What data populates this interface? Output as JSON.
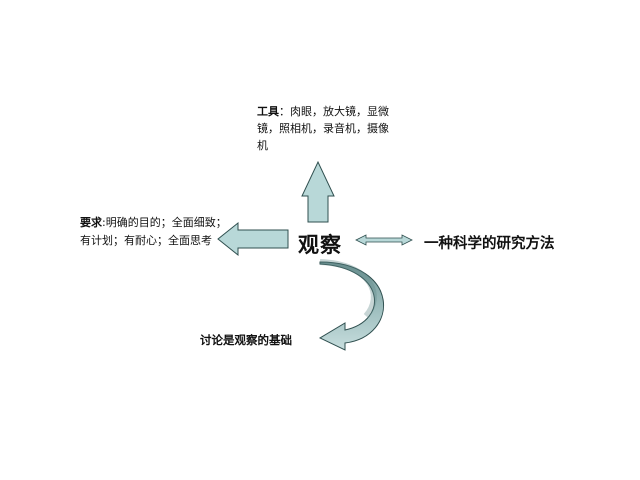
{
  "center": "观察",
  "tools": {
    "label": "工具",
    "sep": "：",
    "content": "肉眼，放大镜，显微镜，照相机，录音机，摄像机"
  },
  "requirements": {
    "label": "要求",
    "sep": ":",
    "content": "明确的目的；全面细致；有计划；有耐心；全面思考"
  },
  "method": "一种科学的研究方法",
  "discussion": "讨论是观察的基础",
  "colors": {
    "arrow_fill": "#b8d8d8",
    "curved_top": "#9bbcbc",
    "curved_bottom": "#6f9494",
    "arrow_stroke": "#2f4f4f"
  }
}
